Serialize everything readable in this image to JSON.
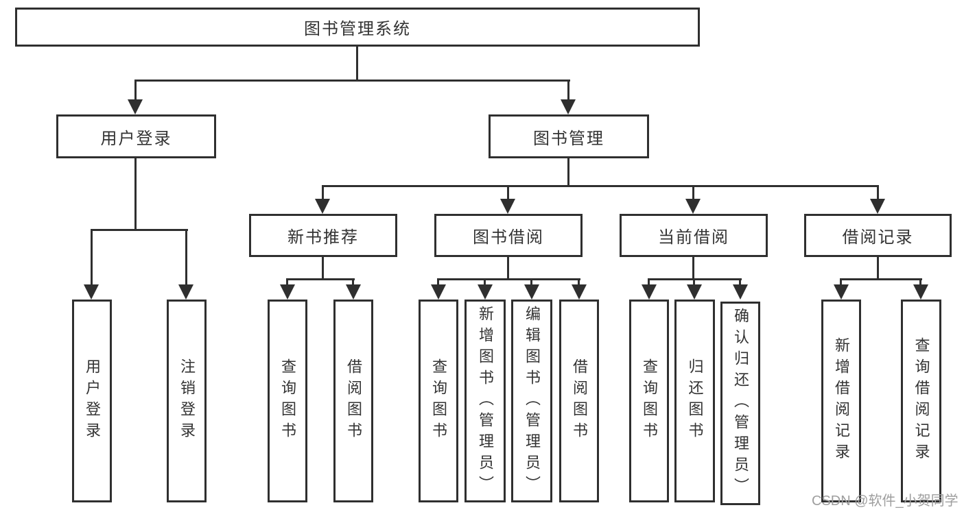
{
  "tree": {
    "label": "图书管理系统",
    "children": [
      {
        "label": "用户登录",
        "children": [
          {
            "label": "用户登录"
          },
          {
            "label": "注销登录"
          }
        ]
      },
      {
        "label": "图书管理",
        "children": [
          {
            "label": "新书推荐",
            "children": [
              {
                "label": "查询图书"
              },
              {
                "label": "借阅图书"
              }
            ]
          },
          {
            "label": "图书借阅",
            "children": [
              {
                "label": "查询图书"
              },
              {
                "label": "新增图书（管理员）"
              },
              {
                "label": "编辑图书（管理员）"
              },
              {
                "label": "借阅图书"
              }
            ]
          },
          {
            "label": "当前借阅",
            "children": [
              {
                "label": "查询图书"
              },
              {
                "label": "归还图书"
              },
              {
                "label": "确认归还（管理员）"
              }
            ]
          },
          {
            "label": "借阅记录",
            "children": [
              {
                "label": "新增借阅记录"
              },
              {
                "label": "查询借阅记录"
              }
            ]
          }
        ]
      }
    ]
  },
  "watermark": {
    "text": "CSDN @软件_小贺同学"
  },
  "colors": {
    "line": "#2f2f2f",
    "box_border": "#2f2f2f",
    "text": "#333333",
    "background": "#ffffff",
    "watermark": "#9e9e9e"
  }
}
